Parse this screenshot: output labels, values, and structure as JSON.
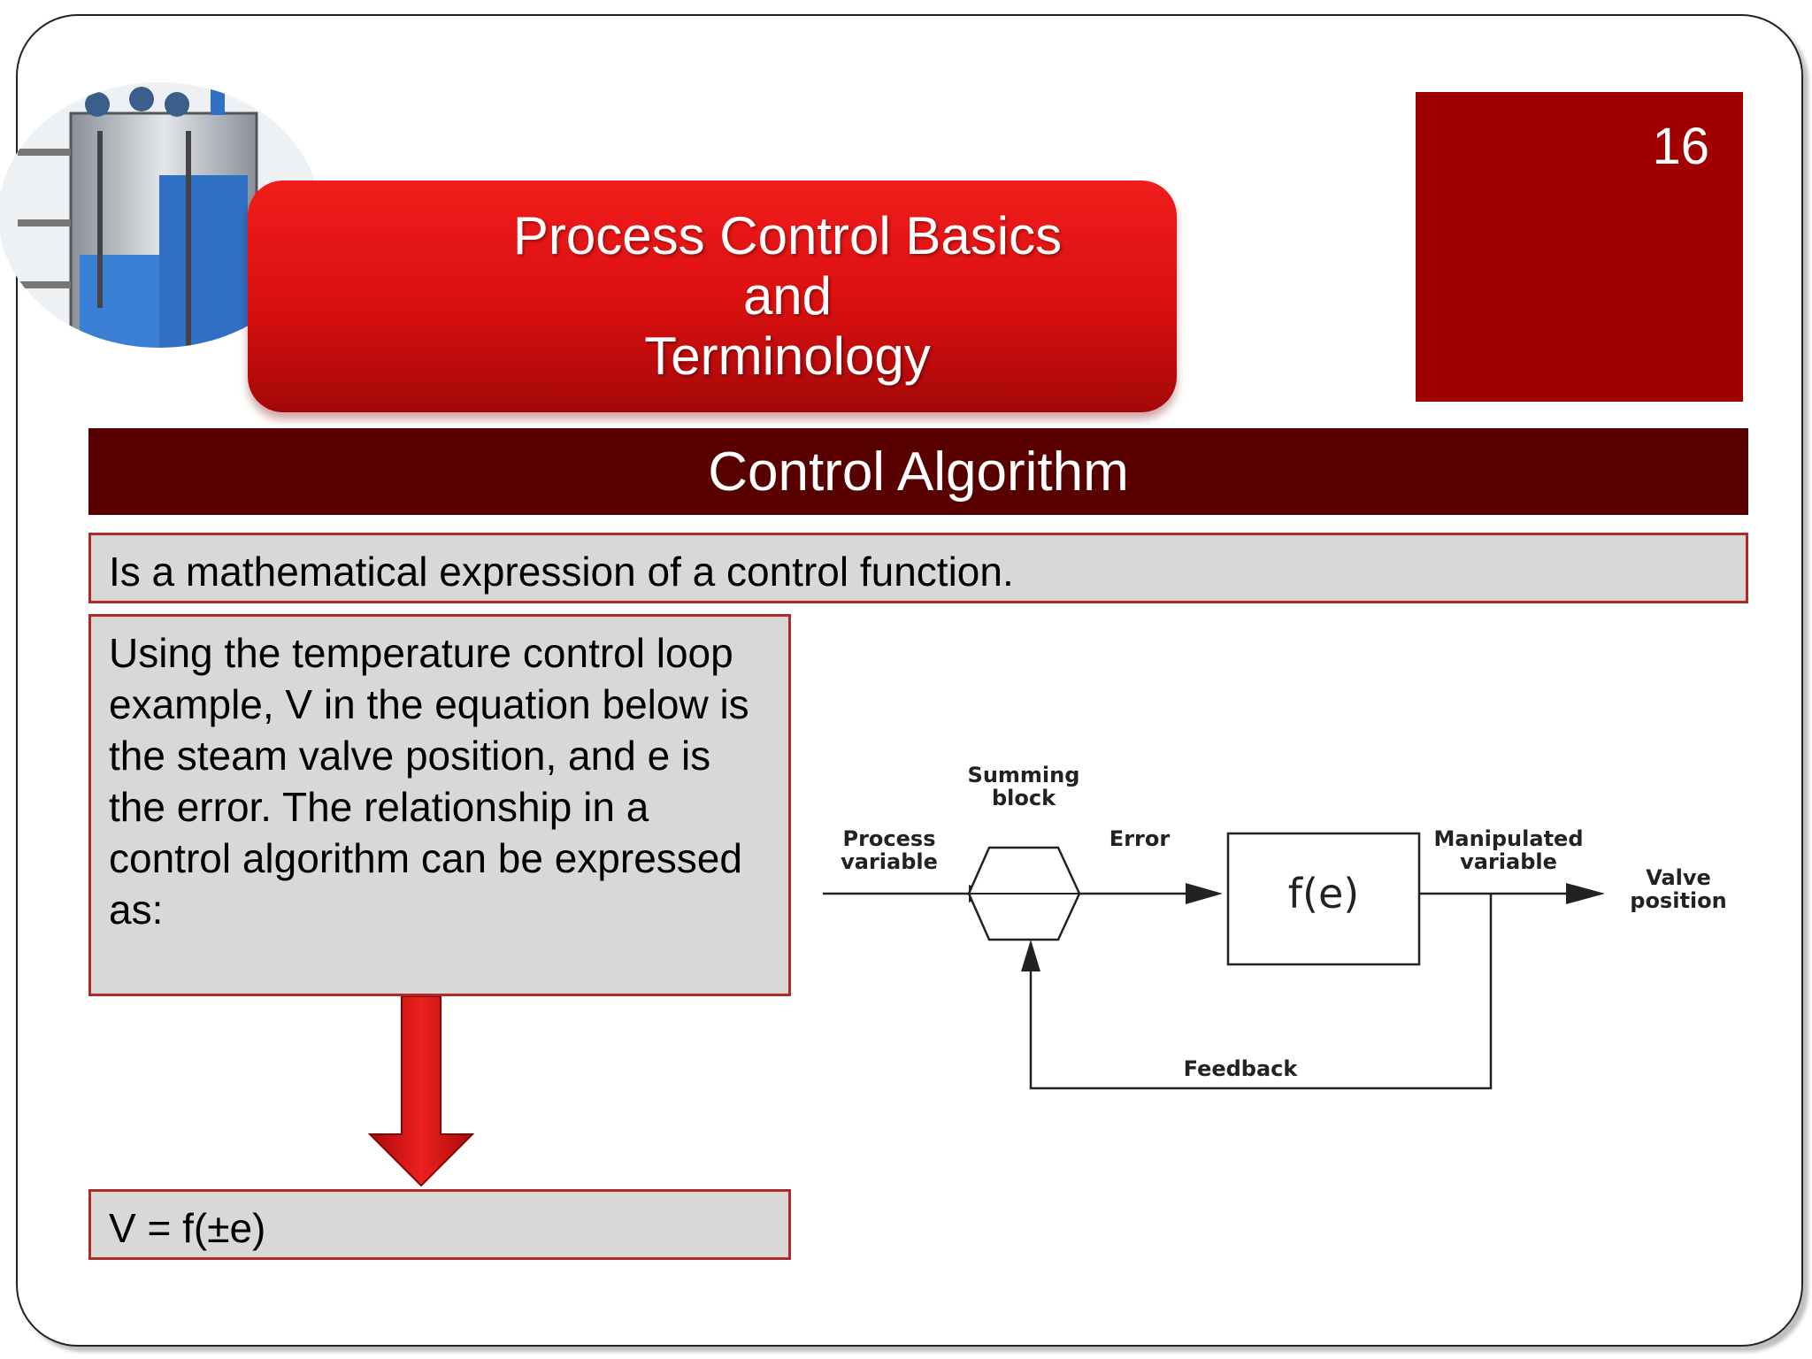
{
  "slide": {
    "title_lines": [
      "Process Control Basics",
      "and",
      "Terminology"
    ],
    "page_number": "16",
    "section_heading": "Control Algorithm",
    "definition": "Is a mathematical expression of a control function.",
    "explanation": "Using the temperature control loop example, V in the equation below is the steam valve position, and e is the error. The relationship in a control algorithm can be expressed as:",
    "equation": "V = f(±e)"
  },
  "diagram": {
    "summing_block": [
      "Summing",
      "block"
    ],
    "process_variable": [
      "Process",
      "variable"
    ],
    "error": "Error",
    "function_block": "f(e)",
    "manipulated_variable": [
      "Manipulated",
      "variable"
    ],
    "valve_position": [
      "Valve",
      "position"
    ],
    "feedback": "Feedback"
  },
  "colors": {
    "banner_red": "#d90f0f",
    "page_box_red": "#a10000",
    "section_bar": "#580000",
    "box_gray": "#d8d8d8",
    "box_border": "#b02a2a"
  }
}
